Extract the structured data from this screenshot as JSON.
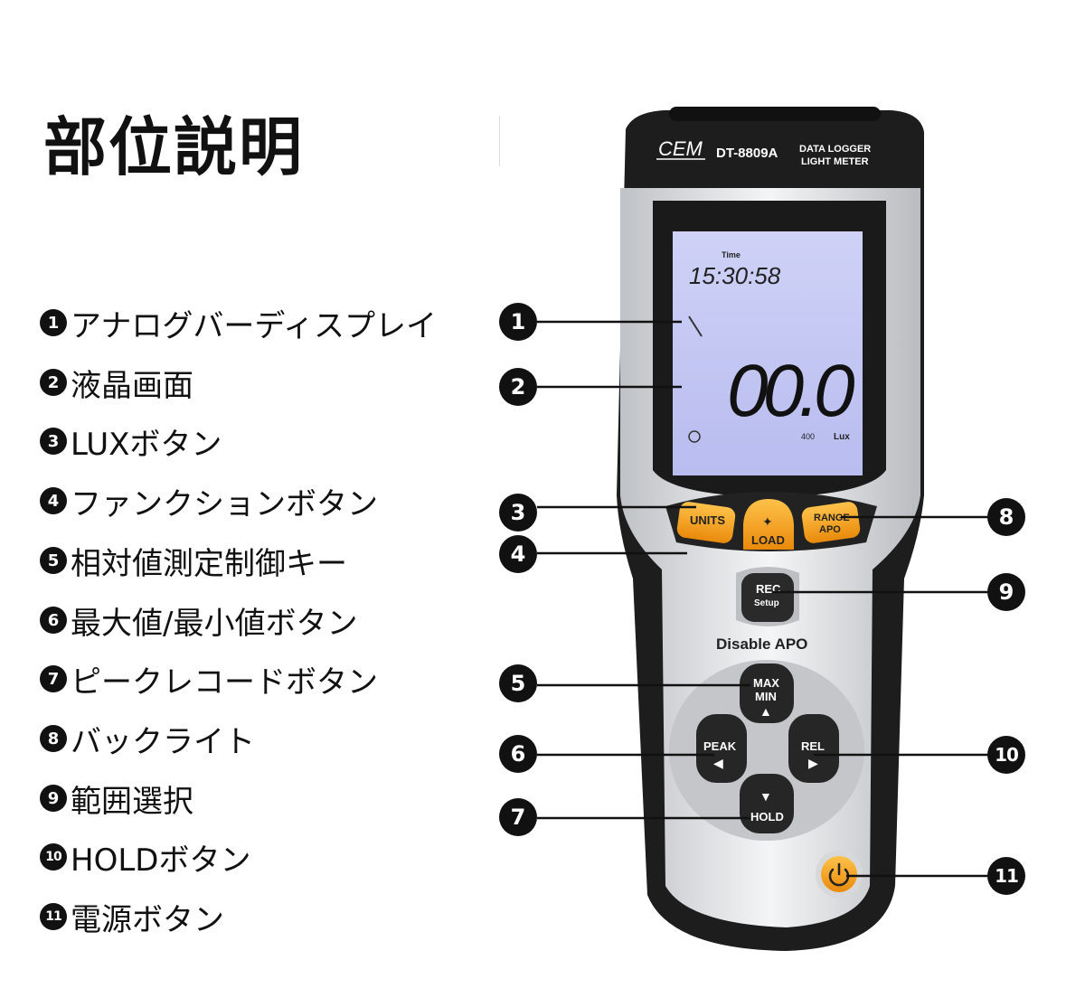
{
  "title": "部位説明",
  "legend": [
    {
      "num": "1",
      "label": "アナログバーディスプレイ"
    },
    {
      "num": "2",
      "label": "液晶画面"
    },
    {
      "num": "3",
      "label": "LUXボタン"
    },
    {
      "num": "4",
      "label": "ファンクションボタン"
    },
    {
      "num": "5",
      "label": "相対値測定制御キー"
    },
    {
      "num": "6",
      "label": "最大値/最小値ボタン"
    },
    {
      "num": "7",
      "label": "ピークレコードボタン"
    },
    {
      "num": "8",
      "label": "バックライト"
    },
    {
      "num": "9",
      "label": "範囲選択"
    },
    {
      "num": "10",
      "label": "HOLDボタン"
    },
    {
      "num": "11",
      "label": "電源ボタン"
    }
  ],
  "device": {
    "brand": "CEM",
    "model": "DT-8809A",
    "type_line1": "DATA LOGGER",
    "type_line2": "LIGHT METER",
    "lcd": {
      "time_label": "Time",
      "time": "15:30:58",
      "reading": "00.0",
      "range": "400",
      "unit": "Lux"
    },
    "buttons": {
      "units": "UNITS",
      "load": "LOAD",
      "range_line1": "RANGE",
      "range_line2": "APO",
      "rec_line1": "REC",
      "rec_line2": "Setup",
      "disable_apo": "Disable APO",
      "max": "MAX",
      "min": "MIN",
      "peak": "PEAK",
      "rel": "REL",
      "hold": "HOLD"
    }
  },
  "colors": {
    "accent": "#f5a623",
    "body_dark": "#1c1c1c",
    "lcd": "#c9ccf2",
    "callout": "#111111"
  }
}
